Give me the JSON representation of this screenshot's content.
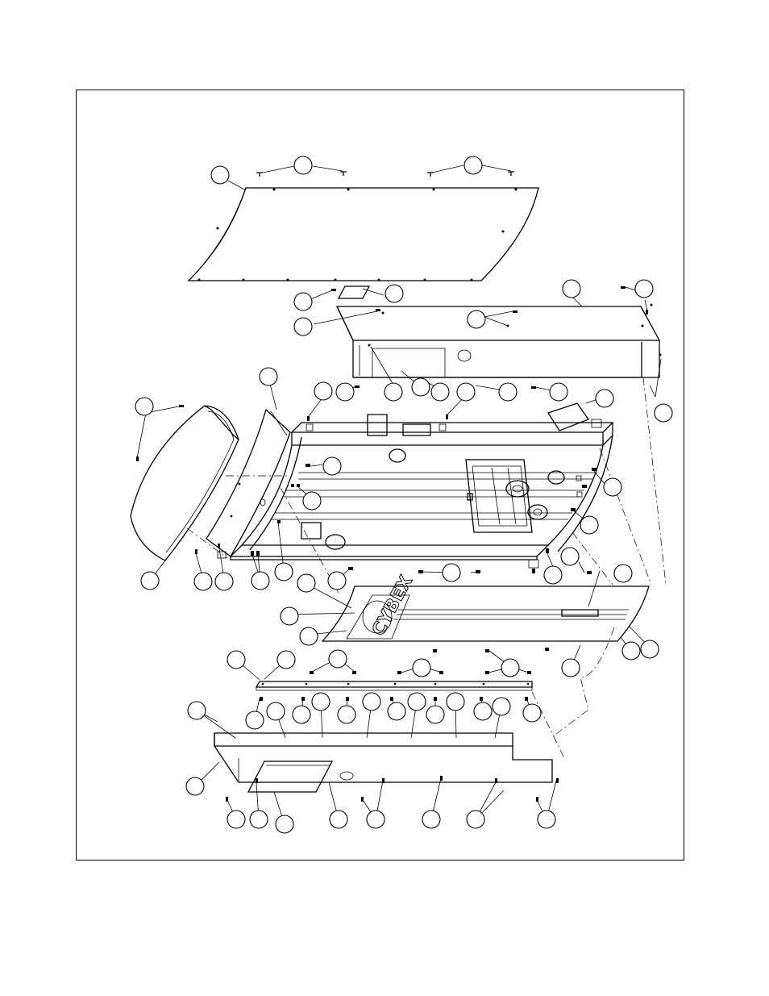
{
  "figure": {
    "type": "exploded-parts-diagram",
    "callout_style": "blank-circle",
    "logo_text": "CYBEX",
    "colors": {
      "line": "#000000",
      "background": "#ffffff"
    }
  }
}
